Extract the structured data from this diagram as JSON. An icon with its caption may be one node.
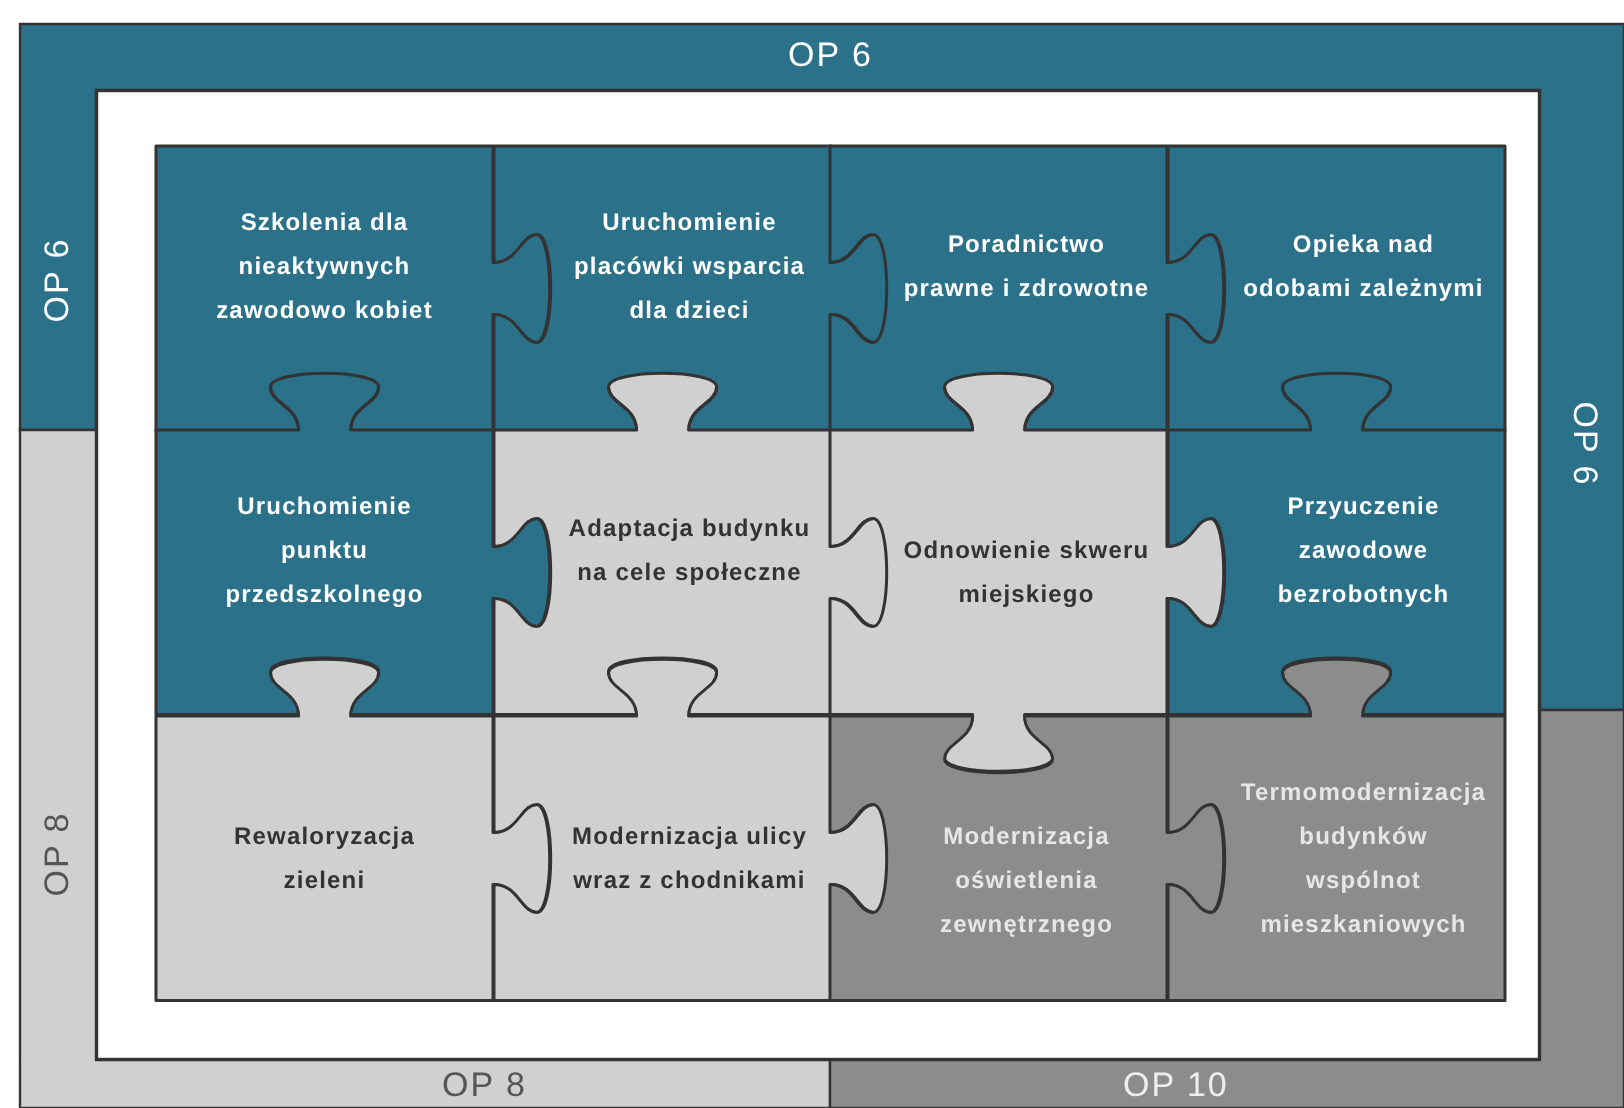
{
  "diagram": {
    "nodes": [
      {
        "text": [
          "OP 6",
          "OP 6",
          "OP 6"
        ]
      },
      {
        "text": [
          "OP 8",
          "OP 8"
        ]
      },
      {
        "text": [
          "OP 10"
        ]
      },
      {
        "text": [
          "Szkolenia dla nieaktywnych zawodowo kobiet"
        ]
      },
      {
        "text": [
          "Uruchomienie placówki wsparcia dla dzieci"
        ]
      },
      {
        "text": [
          "Poradnictwo prawne i zdrowotne"
        ]
      },
      {
        "text": [
          "Opieka nad odobami zależnymi"
        ]
      },
      {
        "text": [
          "Uruchomienie punktu przedszkolnego"
        ]
      },
      {
        "text": [
          "Adaptacja budynku na cele społeczne"
        ]
      },
      {
        "text": [
          "Odnowienie skweru miejskiego"
        ]
      },
      {
        "text": [
          "Przyuczenie zawodowe bezrobotnych"
        ]
      },
      {
        "text": [
          "Rewaloryzacja zieleni"
        ]
      },
      {
        "text": [
          "Modernizacja ulicy wraz z chodnikami"
        ]
      },
      {
        "text": [
          "Modernizacja oświetlenia zewnętrznego"
        ]
      },
      {
        "text": [
          "Termomodernizacja budynków wspólnot mieszkaniowych"
        ]
      }
    ]
  }
}
